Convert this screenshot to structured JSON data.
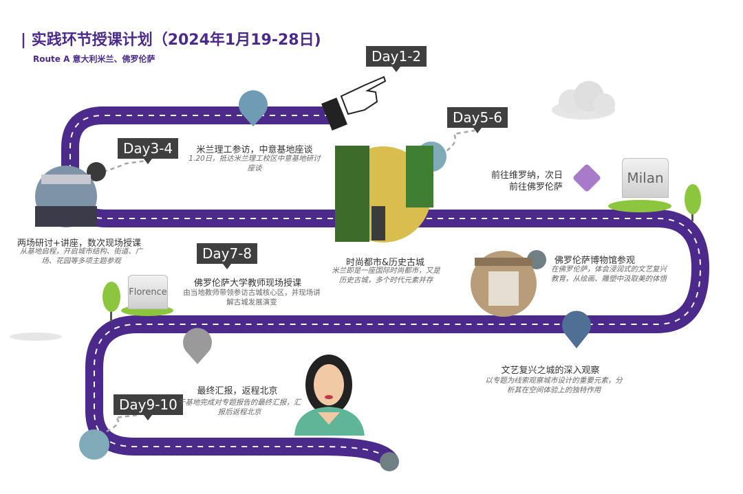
{
  "title": "| 实践环节授课计划（2024年1月19-28日)",
  "subtitle": "Route A 意大利米兰、佛罗伦萨",
  "days": [
    {
      "tag": "Day1-2"
    },
    {
      "tag": "Day3-4"
    },
    {
      "tag": "Day5-6"
    },
    {
      "tag": "Day7-8"
    },
    {
      "tag": "Day9-10"
    }
  ],
  "stops": [
    {
      "title": "米兰理工参访，中意基地座谈",
      "desc": "1.20日，抵达米兰理工校区中意基地研讨座谈"
    },
    {
      "title": "两场研讨+讲座，数次现场授课",
      "desc": "从基地启程，开启城市结构、街道、广场、花园等多项主题参观"
    },
    {
      "title": "前往维罗纳，次日前往佛罗伦萨",
      "desc": ""
    },
    {
      "title": "时尚都市&历史古城",
      "desc": "米兰即是一座国际时尚都市，又是历史古城，多个时代元素并存"
    },
    {
      "title": "佛罗伦萨博物馆参观",
      "desc": "在佛罗伦萨，体会浸润式的文艺复兴教育，从绘画、雕塑中汲取美的体悟"
    },
    {
      "title": "佛罗伦萨大学教师现场授课",
      "desc": "由当地教师带领参访古城核心区，并现场讲解古城发展演变"
    },
    {
      "title": "文艺复兴之城的深入观察",
      "desc": "以专题为线索观察城市设计的重要元素，分析其在空间体验上的独特作用"
    },
    {
      "title": "最终汇报，返程北京",
      "desc": "于基地完成对专题报告的最终汇报，汇报后返程北京"
    }
  ],
  "signs": {
    "milan": "Milan",
    "florence": "Florence"
  },
  "colors": {
    "road": "#4b2a8c",
    "title": "#4b2a8c",
    "tag": "#3f3f3f",
    "pin_blue": "#6f9bb5",
    "pin_dark": "#4f6f94",
    "pin_grey": "#9a9a9a",
    "diamond": "#a77bc9"
  },
  "icons": [
    "pointing-hand-icon",
    "map-pin-icon",
    "cloud-icon",
    "tree-icon",
    "diamond-icon",
    "woman-avatar-icon"
  ]
}
